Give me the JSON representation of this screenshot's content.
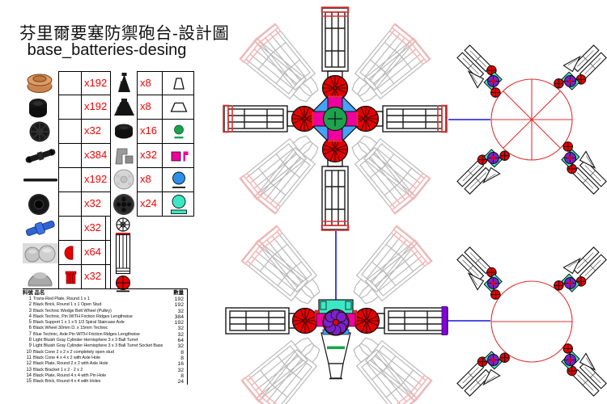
{
  "title": {
    "line1": "芬里爾要塞防禦砲台-設計圖",
    "line2": "base_batteries-desing"
  },
  "left_parts_table": {
    "rows": [
      {
        "image": "tan-round-plate-image",
        "qty": "x192",
        "icon": null
      },
      {
        "image": "black-round-brick-image",
        "qty": "x192",
        "icon": null
      },
      {
        "image": "black-pulley-wheel-image",
        "qty": "x32",
        "icon": null
      },
      {
        "image": "black-technic-pin-image",
        "qty": "x384",
        "icon": null
      },
      {
        "image": "black-bar-image",
        "qty": "x192",
        "icon": null
      },
      {
        "image": "black-tire-image",
        "qty": "x32",
        "icon": null
      },
      {
        "image": "blue-axle-pin-image",
        "qty": "x32",
        "icon": null
      },
      {
        "image": "gray-hemispheres-image",
        "qty": "x64",
        "icon": "red-hemisphere-icon"
      },
      {
        "image": "gray-dome-image",
        "qty": "x32",
        "icon": "red-socket-icon"
      }
    ]
  },
  "right_parts_table": {
    "rows": [
      {
        "image": "black-cone-small-image",
        "qty": "x8",
        "icon": "cone-narrow-outline-icon"
      },
      {
        "image": "black-cone-large-image",
        "qty": "x8",
        "icon": "cone-wide-outline-icon"
      },
      {
        "image": "black-round-plates-image",
        "qty": "x16",
        "icon": "green-circle-icon"
      },
      {
        "image": "gray-bracket-image",
        "qty": "x32",
        "icon": "magenta-square-icon"
      },
      {
        "image": "light-gray-round-plate-image",
        "qty": "x8",
        "icon": "blue-circle-icon"
      },
      {
        "image": "dark-round-brick-image",
        "qty": "x24",
        "icon": "teal-circle-icon"
      }
    ]
  },
  "parts_list": {
    "header": {
      "id_name": "料號 品名",
      "qty": "數量"
    },
    "rows": [
      {
        "no": "1",
        "name": "Trans-Red Plate, Round 1 x 1",
        "qty": "192"
      },
      {
        "no": "2",
        "name": "Black Brick, Round 1 x 1 Open Stud",
        "qty": "192"
      },
      {
        "no": "3",
        "name": "Black Technic Wedge Belt Wheel (Pulley)",
        "qty": "32"
      },
      {
        "no": "4",
        "name": "Black Technic, Pin WITH Friction Ridges Lengthwise",
        "qty": "384"
      },
      {
        "no": "5",
        "name": "Black Support 1 x 1 x 5 1/3 Spiral Staircase Axle",
        "qty": "192"
      },
      {
        "no": "6",
        "name": "Black Wheel 30mm D. x 15mm Technic",
        "qty": "32"
      },
      {
        "no": "7",
        "name": "Blue Technic, Axle Pin WITH Friction Ridges Lengthwise",
        "qty": "32"
      },
      {
        "no": "8",
        "name": "Light Bluish Gray Cylinder Hemisphere 3 x 3 Ball Turret",
        "qty": "64"
      },
      {
        "no": "9",
        "name": "Light Bluish Gray Cylinder Hemisphere 3 x 3 Ball Turret Socket Base",
        "qty": "32"
      },
      {
        "no": "10",
        "name": "Black Cone 2 x 2 x 2 completely open stud",
        "qty": "8"
      },
      {
        "no": "11",
        "name": "Black Cone 4 x 4 x 2 with Axle Hole",
        "qty": "8"
      },
      {
        "no": "12",
        "name": "Black Plate, Round 2 x 2 with Axle Hole",
        "qty": "16"
      },
      {
        "no": "13",
        "name": "Black Bracket 1 x 2 - 2 x 2",
        "qty": "32"
      },
      {
        "no": "14",
        "name": "Black Plate, Round 4 x 4 with Pin Hole",
        "qty": "8"
      },
      {
        "no": "15",
        "name": "Black Brick, Round 4 x 4 with Holes",
        "qty": "24"
      }
    ]
  },
  "colors": {
    "accent_red": "#e60000",
    "magenta": "#ef009e",
    "hub_blue": "#44a2f8",
    "green": "#1da24e",
    "teal": "#3ce8c4",
    "purple": "#7b22cc",
    "connector_blue": "#1515e0",
    "violet_bar": "#8800dd",
    "ghost_gray": "#b9b9b9"
  }
}
